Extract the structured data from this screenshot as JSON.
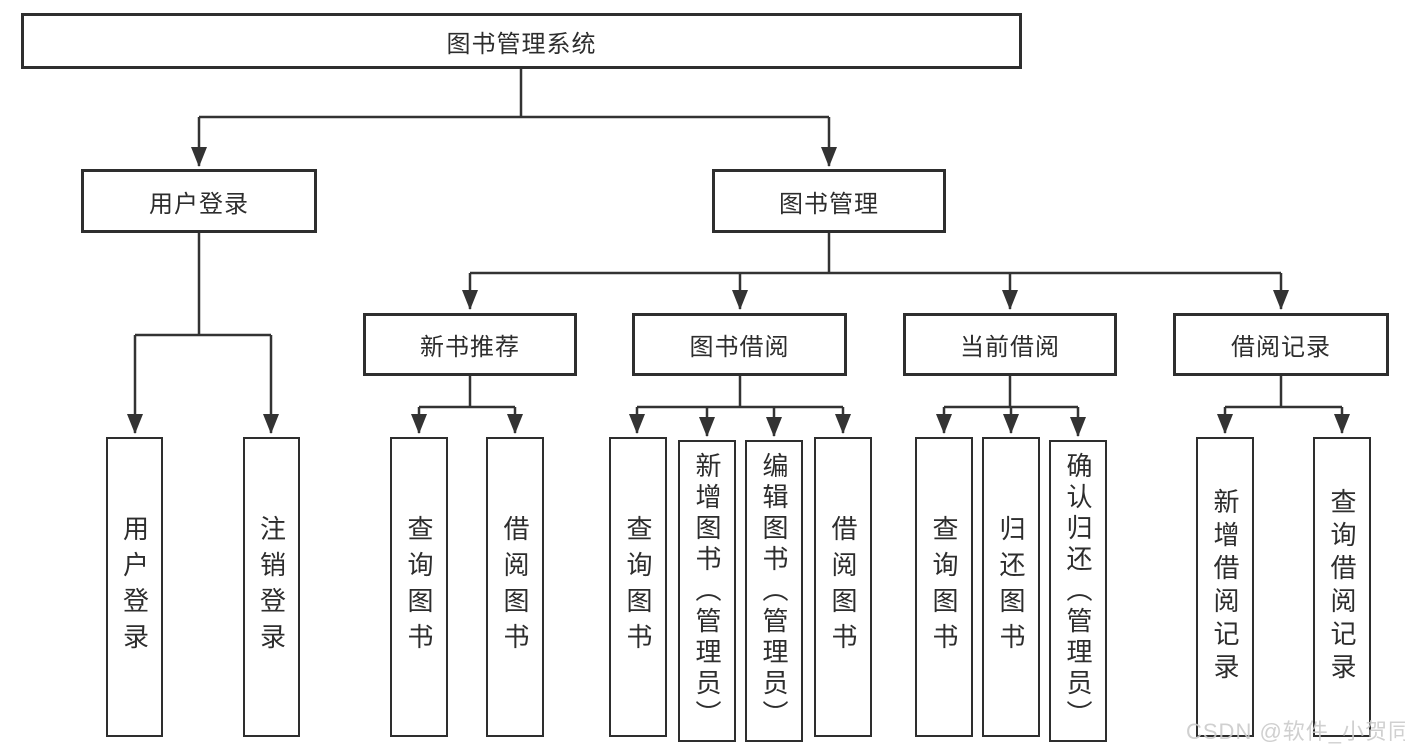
{
  "diagram": {
    "root": {
      "label": "图书管理系统"
    },
    "user_login": {
      "label": "用户登录",
      "children": [
        {
          "label": "用户登录"
        },
        {
          "label": "注销登录"
        }
      ]
    },
    "book_management": {
      "label": "图书管理",
      "groups": [
        {
          "label": "新书推荐",
          "children": [
            {
              "label": "查询图书"
            },
            {
              "label": "借阅图书"
            }
          ]
        },
        {
          "label": "图书借阅",
          "children": [
            {
              "label": "查询图书"
            },
            {
              "label": "新增图书（管理员）"
            },
            {
              "label": "编辑图书（管理员）"
            },
            {
              "label": "借阅图书"
            }
          ]
        },
        {
          "label": "当前借阅",
          "children": [
            {
              "label": "查询图书"
            },
            {
              "label": "归还图书"
            },
            {
              "label": "确认归还（管理员）"
            }
          ]
        },
        {
          "label": "借阅记录",
          "children": [
            {
              "label": "新增借阅记录"
            },
            {
              "label": "查询借阅记录"
            }
          ]
        }
      ]
    },
    "watermark": "CSDN @软件_小贺同学",
    "colors": {
      "line": "#333333",
      "box_border": "#2e2e2e",
      "text": "#2d2d2d",
      "box_background": "#ffffff",
      "watermark": "#c9c9c9"
    }
  }
}
